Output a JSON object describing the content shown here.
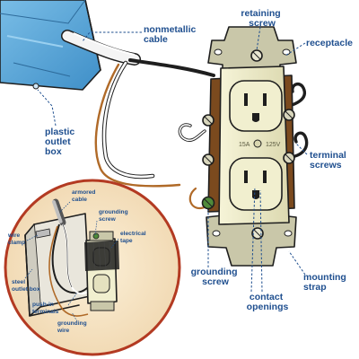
{
  "labels": {
    "nonmetallic_cable": [
      "nonmetallic",
      "cable"
    ],
    "retaining_screw": [
      "retaining",
      "screw"
    ],
    "receptacle": [
      "receptacle"
    ],
    "plastic_outlet_box": [
      "plastic",
      "outlet",
      "box"
    ],
    "terminal_screws": [
      "terminal",
      "screws"
    ],
    "grounding_screw": [
      "grounding",
      "screw"
    ],
    "contact_openings": [
      "contact",
      "openings"
    ],
    "mounting_strap": [
      "mounting",
      "strap"
    ]
  },
  "inset_labels": {
    "armored_cable": [
      "armored",
      "cable"
    ],
    "grounding_screw": [
      "grounding",
      "screw"
    ],
    "electrical_tape": [
      "electrical",
      "tape"
    ],
    "wire_clamp": [
      "wire",
      "clamp"
    ],
    "steel_outlet_box": [
      "steel",
      "outlet box"
    ],
    "push_in_terminals": [
      "push-in",
      "terminals"
    ],
    "grounding_wire": [
      "grounding",
      "wire"
    ]
  },
  "receptacle_markings": {
    "amp_rating": "15A",
    "volt_rating": "125V"
  },
  "colors": {
    "label_ink": "#1f4f8f",
    "outlet_box": "#5aa7d8",
    "receptacle_face": "#eceac6",
    "receptacle_body": "#7b4a1e",
    "mounting_strap": "#c9c7a9",
    "inset_ring": "#b33a22",
    "inset_fill": "#f3e0c0",
    "copper_wire": "#b06a28"
  }
}
